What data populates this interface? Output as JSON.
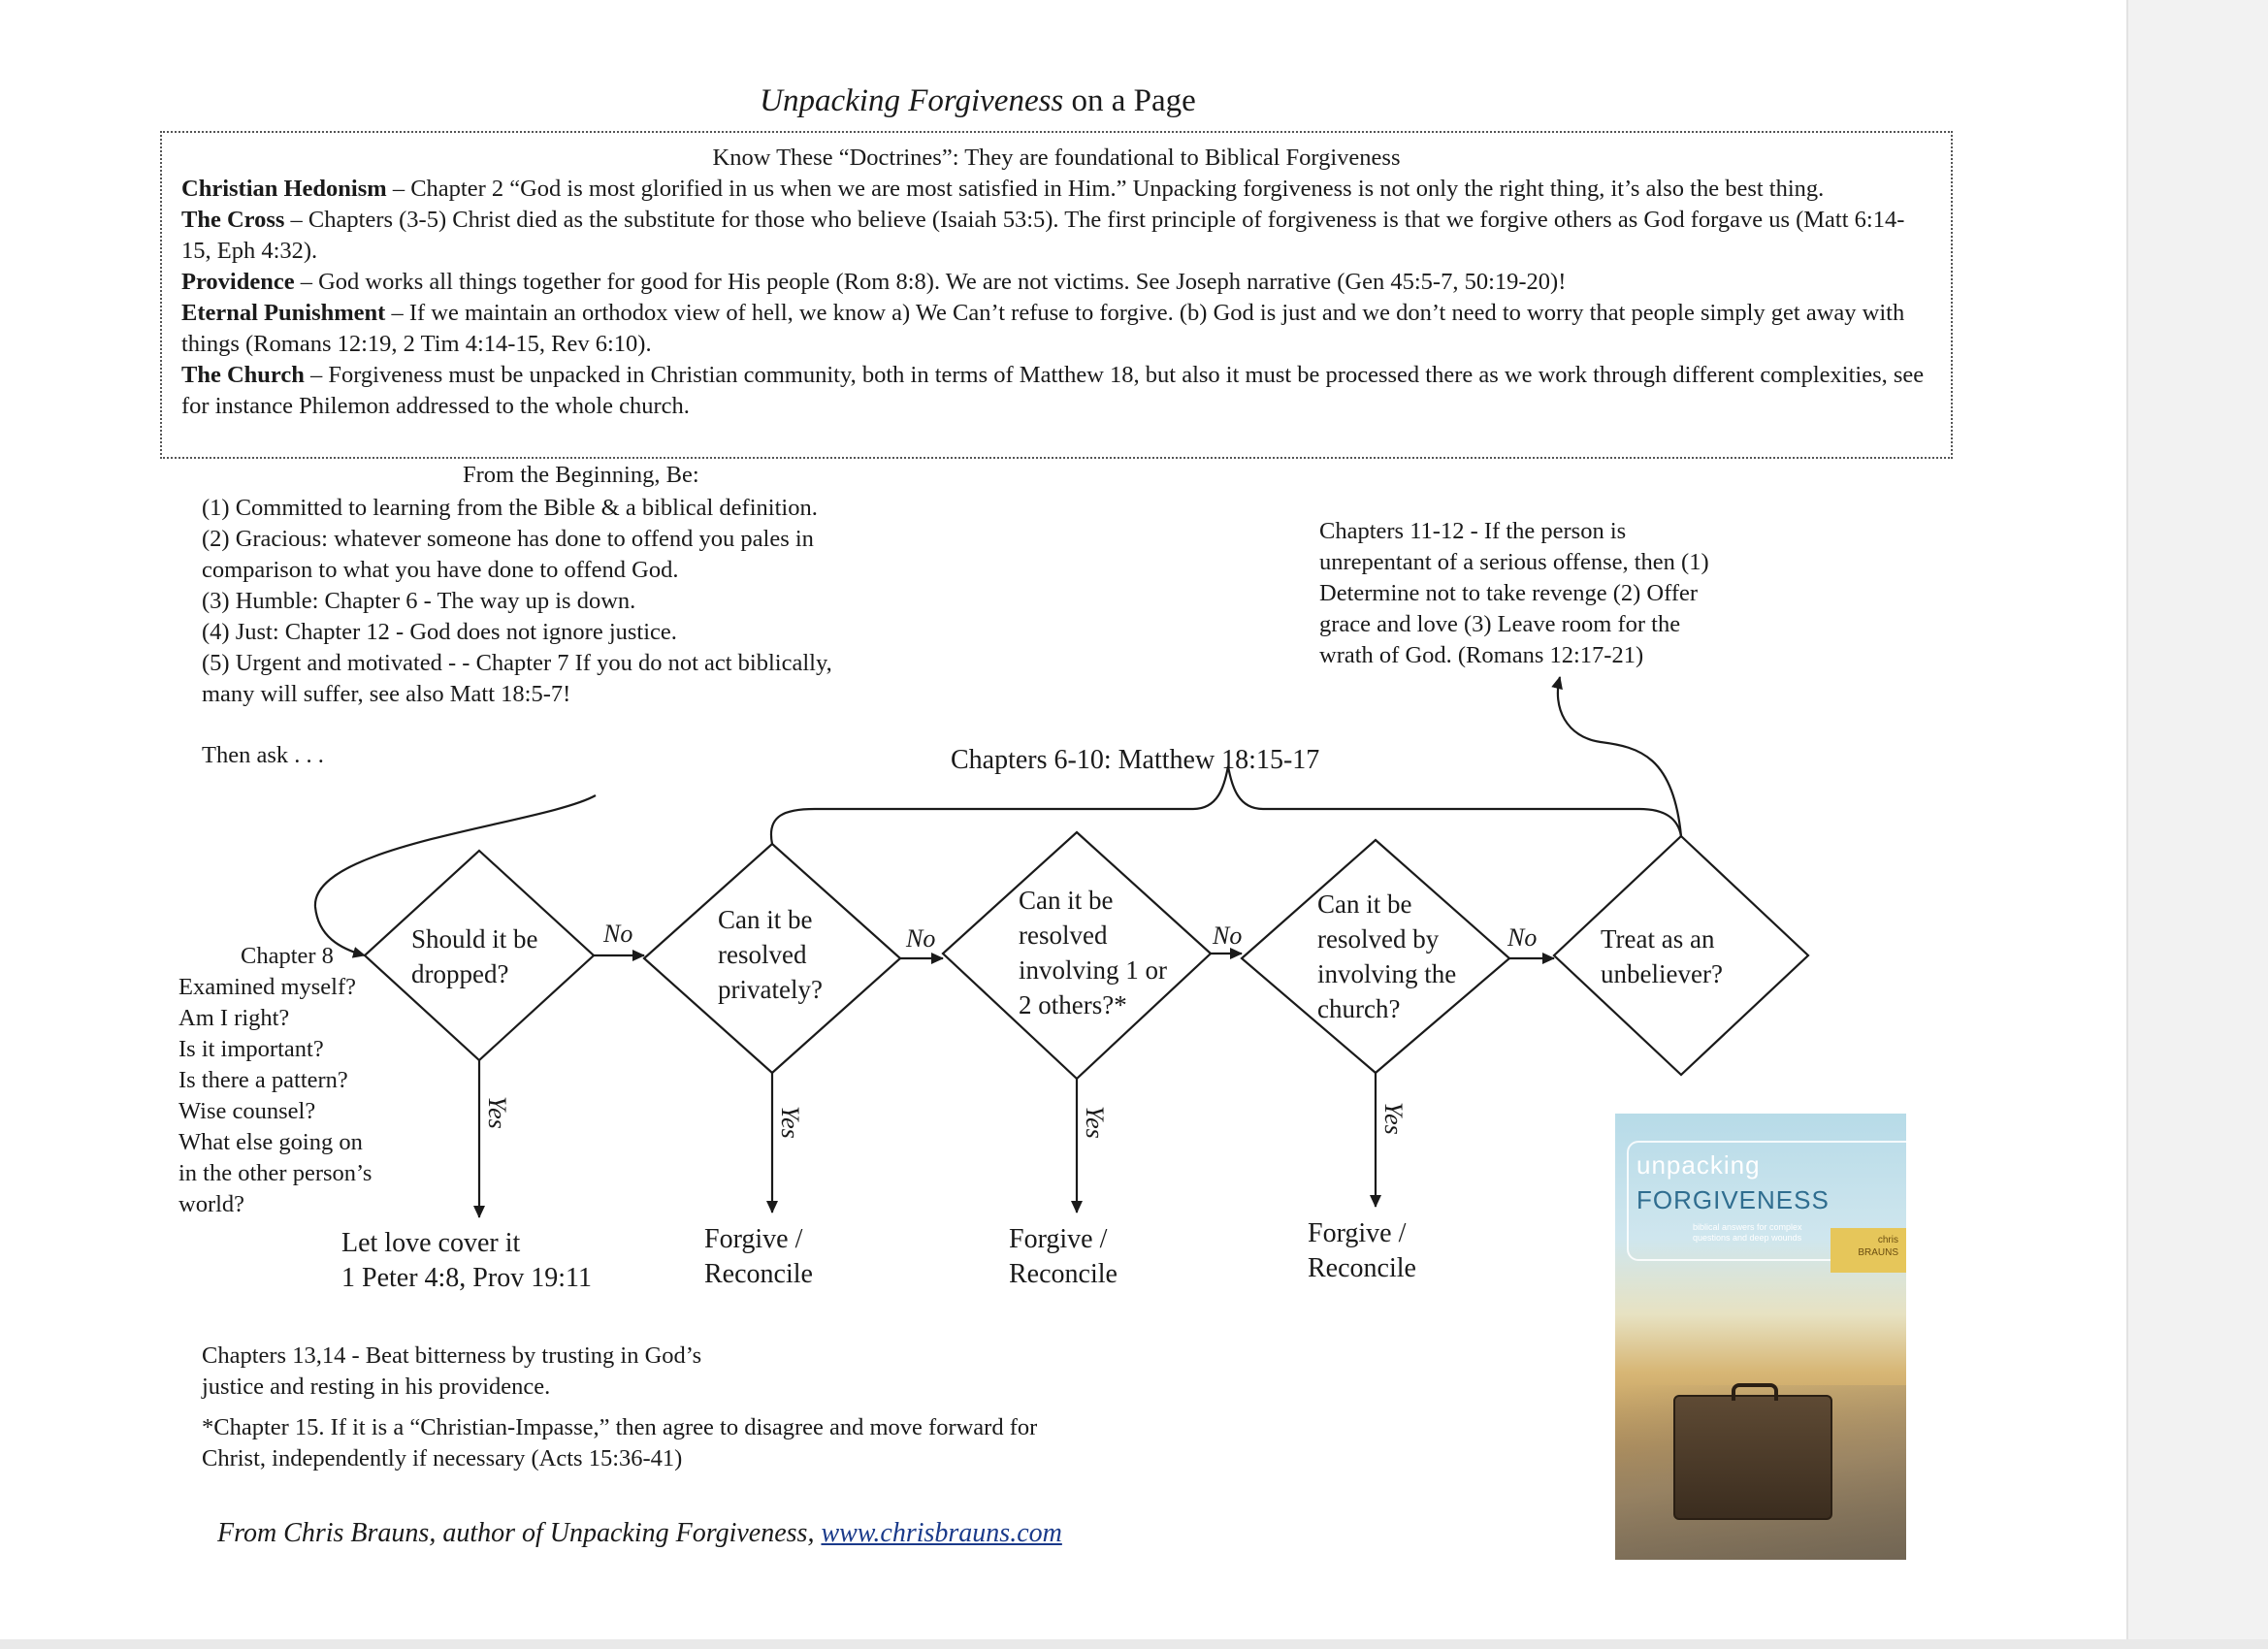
{
  "title": {
    "italic": "Unpacking Forgiveness",
    "rest": " on a Page"
  },
  "doctrines": {
    "heading": "Know These “Doctrines”: They are foundational to Biblical Forgiveness",
    "items": [
      {
        "term": "Christian Hedonism",
        "text": " – Chapter 2 “God is most glorified in us when we are most satisfied in Him.”  Unpacking forgiveness is not only the right thing, it’s also the best thing."
      },
      {
        "term": "The Cross",
        "text": " – Chapters (3-5) Christ died as the substitute for those who believe (Isaiah 53:5).  The first principle of forgiveness is that we forgive others as God forgave us (Matt 6:14-15, Eph 4:32)."
      },
      {
        "term": "Providence",
        "text": " – God works all things together for good for His people (Rom 8:8).  We are not victims.  See Joseph narrative (Gen 45:5-7, 50:19-20)!"
      },
      {
        "term": "Eternal Punishment",
        "text": " – If we maintain an orthodox view of hell, we know  a) We Can’t refuse to forgive.  (b) God is just and we don’t need to worry that people simply get away with things (Romans 12:19, 2 Tim 4:14-15, Rev 6:10)."
      },
      {
        "term": "The Church",
        "text": " – Forgiveness must be unpacked in Christian community, both in terms of Matthew 18, but also it must be processed there as we work through different complexities, see for instance Philemon addressed to the whole church."
      }
    ]
  },
  "beginning": {
    "heading": "From the Beginning, Be:",
    "lines": [
      "(1) Committed to learning from the Bible & a biblical definition.",
      "(2) Gracious: whatever someone has done to offend you pales in",
      "comparison to what you have done to offend God.",
      "(3) Humble: Chapter 6 - The way up is down.",
      "(4) Just: Chapter 12 - God does not ignore justice.",
      "(5) Urgent and motivated  - - Chapter 7 If you do not act biblically,",
      "many will suffer, see also Matt 18:5-7!"
    ],
    "then_ask": "Then ask  .  .  ."
  },
  "chapters_11_12": [
    "Chapters 11-12 - If the person is",
    "unrepentant of a serious offense, then (1)",
    "Determine not to take revenge (2) Offer",
    "grace and love (3) Leave room for the",
    "wrath of God. (Romans 12:17-21)"
  ],
  "brace_label": "Chapters 6-10: Matthew 18:15-17",
  "chapter8": {
    "heading": "Chapter 8",
    "lines": [
      "Examined myself?",
      "Am I right?",
      "Is it important?",
      "Is there a pattern?",
      "Wise counsel?",
      "What else going on",
      "in the other person’s",
      "world?"
    ]
  },
  "diamonds": [
    {
      "lines": [
        "Should it be",
        "dropped?"
      ]
    },
    {
      "lines": [
        "Can it be",
        "resolved",
        "privately?"
      ]
    },
    {
      "lines": [
        "Can it be",
        "resolved",
        "involving 1 or",
        "2 others?*"
      ]
    },
    {
      "lines": [
        "Can it be",
        "resolved by",
        "involving the",
        "church?"
      ]
    },
    {
      "lines": [
        "Treat as an",
        "unbeliever?"
      ]
    }
  ],
  "no_label": "No",
  "yes_label": "Yes",
  "outcomes": [
    {
      "lines": [
        "Let love cover it",
        "1 Peter 4:8, Prov 19:11"
      ]
    },
    {
      "lines": [
        "Forgive /",
        "Reconcile"
      ]
    },
    {
      "lines": [
        "Forgive /",
        "Reconcile"
      ]
    },
    {
      "lines": [
        "Forgive /",
        "Reconcile"
      ]
    }
  ],
  "notes": [
    "Chapters 13,14 - Beat bitterness by trusting in God’s",
    "justice and resting in his providence.",
    "*Chapter 15.  If it is a “Christian-Impasse,” then agree to disagree and move forward for",
    "Christ, independently if necessary (Acts 15:36-41)"
  ],
  "footer": {
    "text": "From Chris Brauns, author of Unpacking Forgiveness, ",
    "link": "www.chrisbrauns.com"
  },
  "book": {
    "title1": "unpacking",
    "title2": "FORGIVENESS",
    "subtitle": "biblical answers for complex questions and deep wounds",
    "author1": "chris",
    "author2": "BRAUNS"
  }
}
